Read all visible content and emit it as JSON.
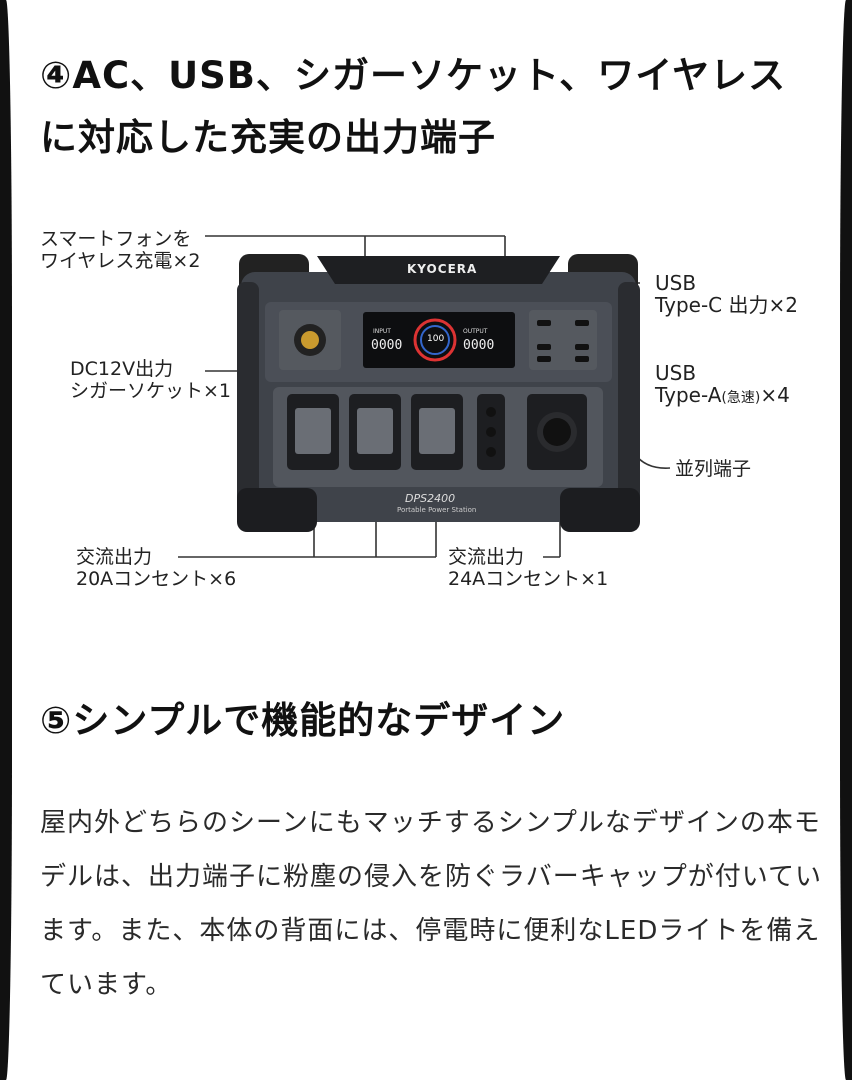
{
  "section4": {
    "heading": "④AC、USB、シガーソケット、ワイヤレスに対応した充実の出力端子"
  },
  "callouts": {
    "wireless_line1": "スマートフォンを",
    "wireless_line2": "ワイヤレス充電×2",
    "dc_line1": "DC12V出力",
    "dc_line2": "シガーソケット×1",
    "usbc_line1": "USB",
    "usbc_line2": "Type-C 出力×2",
    "usba_line1": "USB",
    "usba_line2_main": "Type-A",
    "usba_line2_small": "(急速)",
    "usba_line2_count": "×4",
    "parallel": "並列端子",
    "ac20_line1": "交流出力",
    "ac20_line2": "20Aコンセント×6",
    "ac24_line1": "交流出力",
    "ac24_line2": "24Aコンセント×1"
  },
  "product": {
    "brand": "KYOCERA",
    "model": "DPS2400",
    "subtitle": "Portable Power Station",
    "input_label": "INPUT",
    "input_value": "0000",
    "output_label": "OUTPUT",
    "output_value": "0000",
    "battery_value": "100"
  },
  "section5": {
    "heading": "⑤シンプルで機能的なデザイン",
    "body": "屋内外どちらのシーンにもマッチするシンプルなデザインの本モデルは、出力端子に粉塵の侵入を防ぐラバーキャップが付いています。また、本体の背面には、停電時に便利なLEDライトを備えています。"
  }
}
